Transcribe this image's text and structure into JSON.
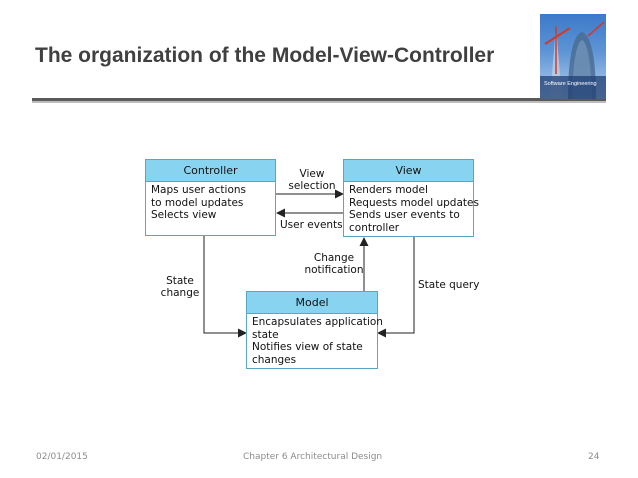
{
  "slide": {
    "title": "The organization of the Model-View-Controller"
  },
  "cover_image": {
    "label": "Software Engineering"
  },
  "diagram": {
    "nodes": [
      {
        "id": "controller",
        "title": "Controller",
        "lines": [
          "Maps user actions",
          "to model updates",
          "Selects view"
        ]
      },
      {
        "id": "view",
        "title": "View",
        "lines": [
          "Renders model",
          "Requests model updates",
          "Sends user events to",
          "controller"
        ]
      },
      {
        "id": "model",
        "title": "Model",
        "lines": [
          "Encapsulates application",
          "state",
          "Notifies view of state",
          "changes"
        ]
      }
    ],
    "edges": [
      {
        "id": "view-selection",
        "from": "controller",
        "to": "view",
        "label": "View\nselection"
      },
      {
        "id": "user-events",
        "from": "view",
        "to": "controller",
        "label": "User events"
      },
      {
        "id": "change-notification",
        "from": "model",
        "to": "view",
        "label": "Change\nnotification"
      },
      {
        "id": "state-change",
        "from": "controller",
        "to": "model",
        "label": "State\nchange"
      },
      {
        "id": "state-query",
        "from": "view",
        "to": "model",
        "label": "State query"
      }
    ],
    "colors": {
      "header_fill": "#88d4f0",
      "border": "#5ba6c7",
      "arrow": "#222222"
    }
  },
  "footer": {
    "date": "02/01/2015",
    "center": "Chapter 6 Architectural Design",
    "page": "24"
  }
}
